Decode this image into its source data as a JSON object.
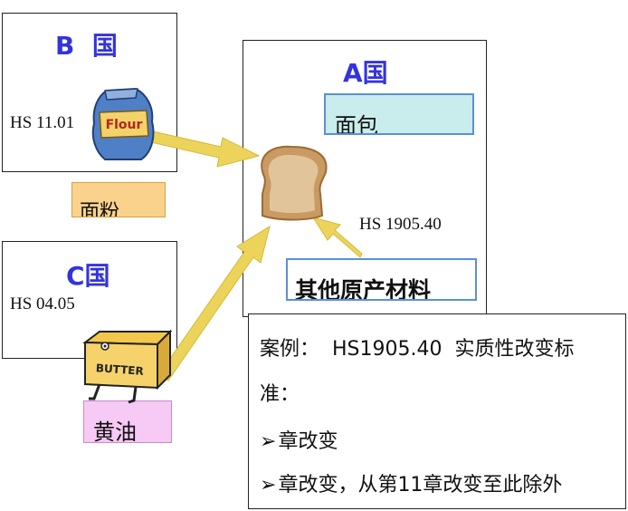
{
  "country_b": {
    "title": "B  国",
    "hs_code": "HS 11.01",
    "bag_label": "Flour"
  },
  "flour_label": "面粉",
  "country_c": {
    "title": "C国",
    "hs_code": "HS 04.05",
    "box_label": "BUTTER"
  },
  "butter_label": "黄油",
  "country_a": {
    "title": "A国",
    "bread_label": "面包",
    "hs_code": "HS 1905.40"
  },
  "other_materials_label": "其他原产材料",
  "case_box": {
    "line1": "案例：  HS1905.40  实质性改变标",
    "line2": "准：",
    "bullet1": "章改变",
    "bullet2": "章改变，从第11章改变至此除外",
    "bullet_glyph": "➢"
  },
  "colors": {
    "arrow": "#ecd45a",
    "title_blue": "#3333dd",
    "bread_label_bg": "#c9ecec",
    "bread_label_border": "#5b8fd6",
    "flour_label_bg": "#fbd28c",
    "flour_label_border": "#d9a040",
    "butter_label_bg": "#f7c9f5",
    "butter_label_border": "#c98bc4",
    "other_label_border": "#5b8fd6"
  }
}
